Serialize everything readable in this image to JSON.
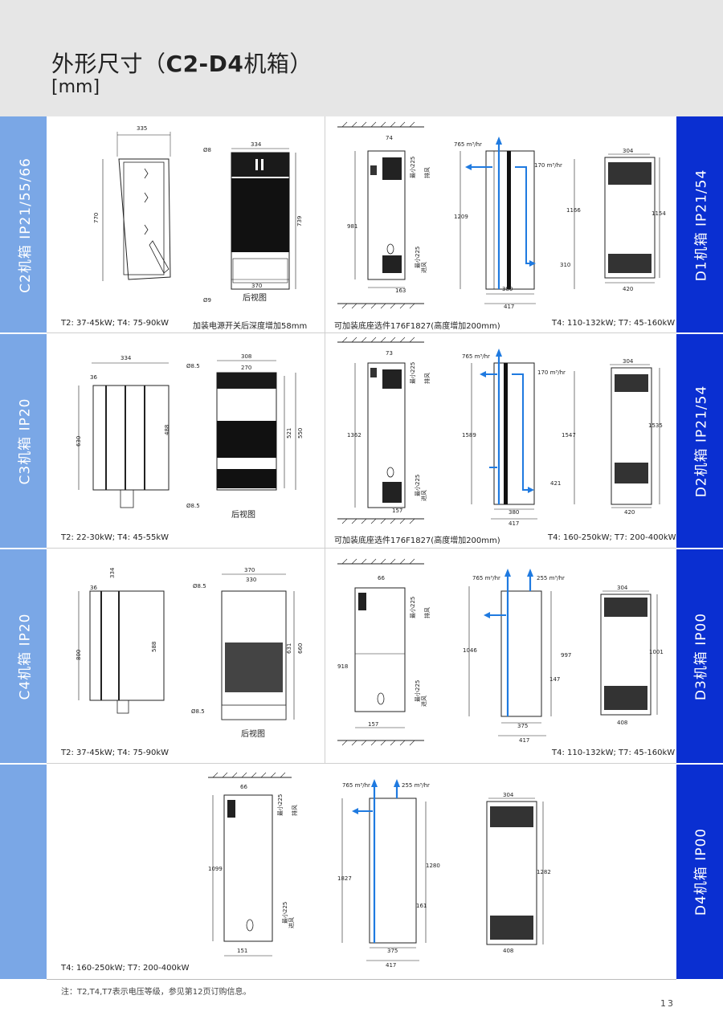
{
  "header": {
    "title_prefix": "外形尺寸（",
    "title_bold": "C2-D4",
    "title_suffix": "机箱）",
    "unit": "[mm]"
  },
  "left_labels": [
    "C2机箱 IP21/55/66",
    "C3机箱 IP20",
    "C4机箱 IP20",
    ""
  ],
  "right_labels": [
    "D1机箱 IP21/54",
    "D2机箱 IP21/54",
    "D3机箱 IP00",
    "D4机箱 IP00"
  ],
  "row1": {
    "left_caption": "T2: 37-45kW; T4: 75-90kW",
    "left_note": "加装电源开关后深度增加58mm",
    "right_note": "可加装底座选件176F1827(高度增加200mm)",
    "right_caption": "T4: 110-132kW; T7: 45-160kW",
    "dims": {
      "side_w": "335",
      "side_h": "770",
      "rear_w_top": "334",
      "rear_h": "739",
      "rear_w_bottom": "370",
      "hole_top": "Ø8",
      "hole_bottom": "Ø9",
      "rear_label": "后视图",
      "d_top": "74",
      "d_h": "981",
      "d_bottom": "163",
      "d_exhaust": "最小225",
      "d_exhaust_label": "排风",
      "d_intake": "最小225",
      "d_intake_label": "进风",
      "air_out": "765 m³/hr",
      "air_in": "170 m³/hr",
      "air_h": "1209",
      "air_h2": "1166",
      "air_depth": "380",
      "air_depth2": "417",
      "air_side": "310",
      "front_w_top": "304",
      "front_h": "1154",
      "front_w_bottom": "420"
    }
  },
  "row2": {
    "left_caption": "T2: 22-30kW; T4: 45-55kW",
    "right_note": "可加装底座选件176F1827(高度增加200mm)",
    "right_caption": "T4: 160-250kW; T7: 200-400kW",
    "dims": {
      "side_w": "334",
      "side_top": "36",
      "side_h": "630",
      "side_h2": "488",
      "rear_w_top": "308",
      "rear_w_inner": "270",
      "rear_h": "521",
      "rear_h2": "550",
      "hole_top": "Ø8.5",
      "hole_bottom": "Ø8.5",
      "rear_label": "后视图",
      "d_top": "73",
      "d_h": "1362",
      "d_bottom": "157",
      "d_exhaust": "最小225",
      "d_exhaust_label": "排风",
      "d_intake": "最小225",
      "d_intake_label": "进风",
      "air_out": "765 m³/hr",
      "air_in": "170 m³/hr",
      "air_h": "1589",
      "air_h2": "1547",
      "air_depth": "380",
      "air_depth2": "417",
      "air_side": "421",
      "front_w_top": "304",
      "front_h": "1535",
      "front_w_bottom": "420"
    }
  },
  "row3": {
    "left_caption": "T2: 37-45kW; T4: 75-90kW",
    "right_caption": "T4: 110-132kW; T7: 45-160kW",
    "dims": {
      "side_w": "334",
      "side_top": "36",
      "side_h": "800",
      "side_h2": "588",
      "rear_w_top": "370",
      "rear_w_inner": "330",
      "rear_h": "631",
      "rear_h2": "660",
      "hole_top": "Ø8.5",
      "hole_bottom": "Ø8.5",
      "rear_label": "后视图",
      "d_top": "66",
      "d_h": "918",
      "d_bottom": "157",
      "d_exhaust": "最小225",
      "d_exhaust_label": "排风",
      "d_intake": "最小225",
      "d_intake_label": "进风",
      "air_out": "765 m³/hr",
      "air_in": "255 m³/hr",
      "air_h": "1046",
      "air_h2": "997",
      "air_depth": "375",
      "air_depth2": "417",
      "air_side": "147",
      "front_w_top": "304",
      "front_h": "1001",
      "front_w_bottom": "408"
    }
  },
  "row4": {
    "left_caption": "T4: 160-250kW; T7: 200-400kW",
    "dims": {
      "d_top": "66",
      "d_h": "1099",
      "d_bottom": "151",
      "d_exhaust": "最小225",
      "d_exhaust_label": "排风",
      "d_intake": "最小225",
      "d_intake_label": "进风",
      "air_out": "765 m³/hr",
      "air_in": "255 m³/hr",
      "air_h": "1827",
      "air_h2": "1280",
      "air_depth": "375",
      "air_depth2": "417",
      "air_side": "161",
      "front_w_top": "304",
      "front_h": "1282",
      "front_w_bottom": "408"
    }
  },
  "footnote": "注：T2,T4,T7表示电压等级，参见第12页订购信息。",
  "page_number": "13",
  "colors": {
    "left_band": "#7aa7e6",
    "right_band": "#0a2fd1",
    "airflow": "#1f7ae0",
    "header_bg": "#e6e6e6"
  }
}
